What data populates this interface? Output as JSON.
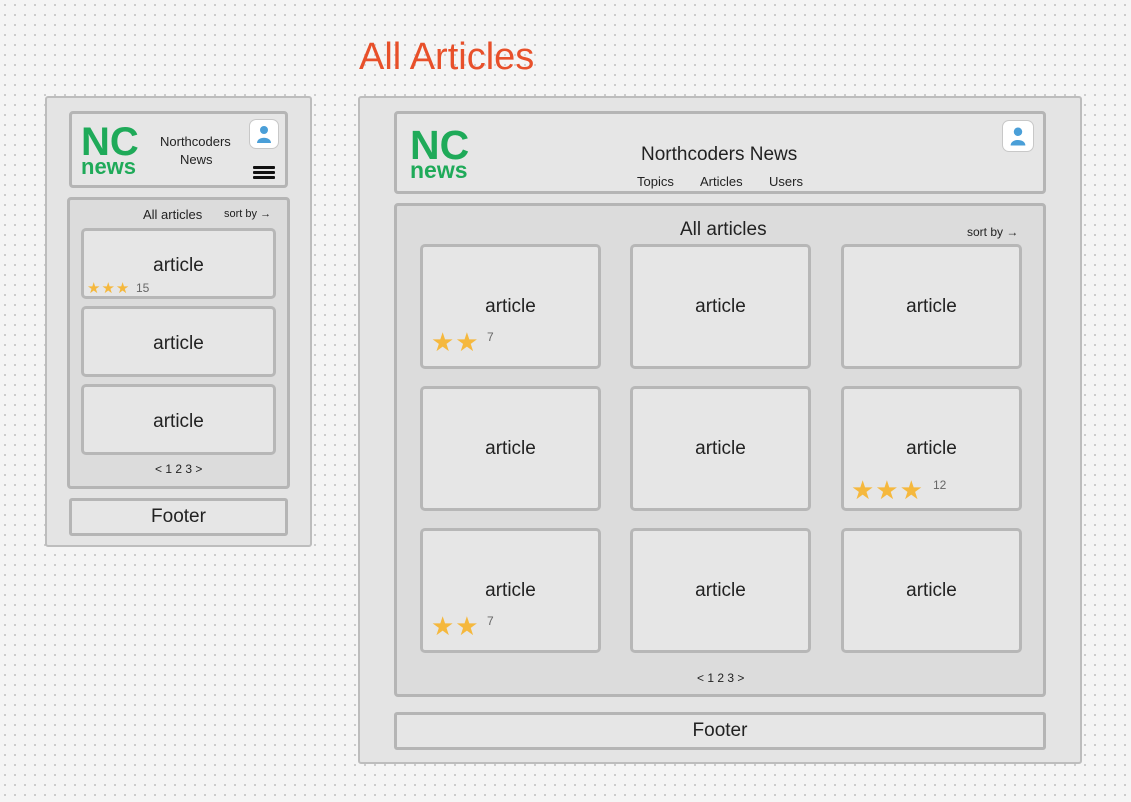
{
  "page_title": "All Articles",
  "mobile": {
    "logo": {
      "nc": "NC",
      "news": "news"
    },
    "site_name_line1": "Northcoders",
    "site_name_line2": "News",
    "heading": "All articles",
    "sort_label": "sort by →",
    "cards": [
      {
        "label": "article",
        "stars": "★★★",
        "count": "15"
      },
      {
        "label": "article"
      },
      {
        "label": "article"
      }
    ],
    "pagination": "< 1 2 3 >",
    "footer": "Footer"
  },
  "desktop": {
    "logo": {
      "nc": "NC",
      "news": "news"
    },
    "site_name": "Northcoders News",
    "nav": [
      "Topics",
      "Articles",
      "Users"
    ],
    "heading": "All articles",
    "sort_label": "sort by →",
    "cards": [
      {
        "label": "article",
        "stars": "★★",
        "count": "7"
      },
      {
        "label": "article"
      },
      {
        "label": "article"
      },
      {
        "label": "article"
      },
      {
        "label": "article"
      },
      {
        "label": "article",
        "stars": "★★★",
        "count": "12"
      },
      {
        "label": "article",
        "stars": "★★",
        "count": "7"
      },
      {
        "label": "article"
      },
      {
        "label": "article"
      }
    ],
    "pagination": "< 1 2 3 >",
    "footer": "Footer"
  },
  "colors": {
    "title_accent": "#e8502a",
    "logo_green": "#1faa59",
    "star_yellow": "#f5b83d",
    "avatar_blue": "#4a9fd8"
  }
}
